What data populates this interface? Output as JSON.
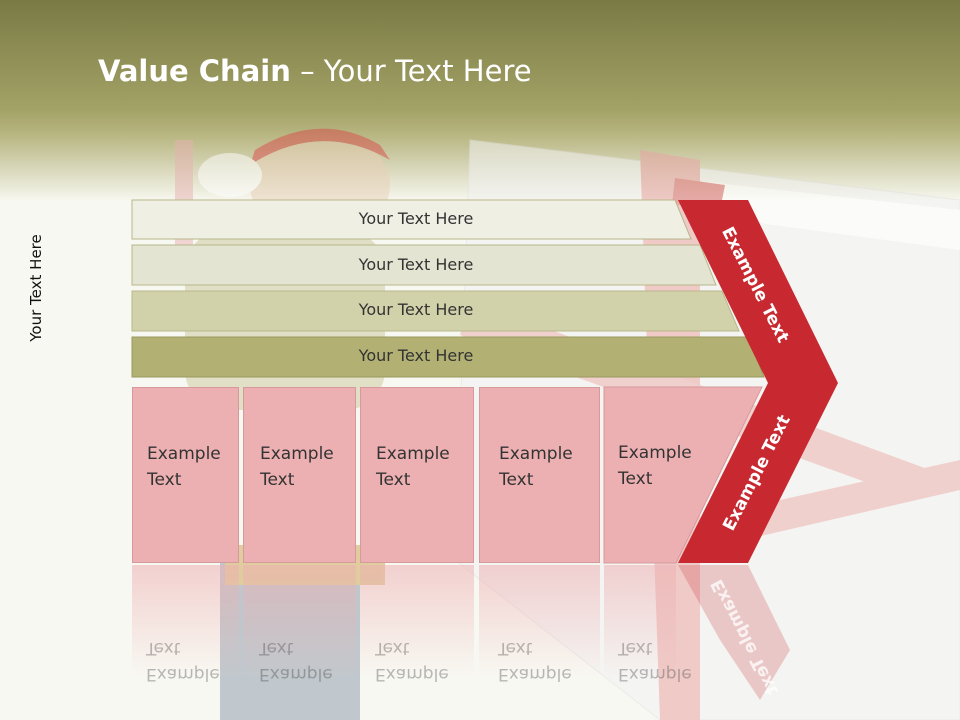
{
  "slide": {
    "title_bold": "Value Chain",
    "title_rest": " – Your Text Here",
    "side_label": "Your Text Here"
  },
  "rows": [
    {
      "label": "Your Text Here",
      "color": "#efefe4"
    },
    {
      "label": "Your Text Here",
      "color": "#e4e4d2"
    },
    {
      "label": "Your Text Here",
      "color": "#d2d2aa"
    },
    {
      "label": "Your Text Here",
      "color": "#b2b173"
    }
  ],
  "cards": [
    {
      "line1": "Example",
      "line2": "Text"
    },
    {
      "line1": "Example",
      "line2": "Text"
    },
    {
      "line1": "Example",
      "line2": "Text"
    },
    {
      "line1": "Example",
      "line2": "Text"
    },
    {
      "line1": "Example",
      "line2": "Text"
    }
  ],
  "chevron": {
    "upper_label": "Example Text",
    "lower_label": "Example Text",
    "color": "#c8282f"
  },
  "colors": {
    "card_fill": "#edb0b2",
    "header": "#a3a266"
  }
}
